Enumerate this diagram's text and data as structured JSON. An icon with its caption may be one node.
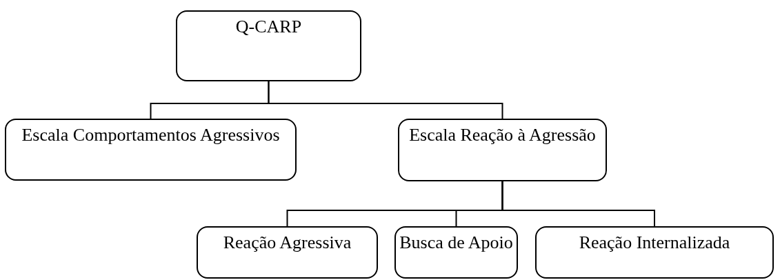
{
  "diagram": {
    "nodes": [
      {
        "text": [
          "Q-CARP"
        ]
      },
      {
        "text": [
          "Escala Comportamentos Agressivos"
        ]
      },
      {
        "text": [
          "Escala Reação à Agressão"
        ]
      },
      {
        "text": [
          "Reação Agressiva"
        ]
      },
      {
        "text": [
          "Busca de Apoio"
        ]
      },
      {
        "text": [
          "Reação Internalizada"
        ]
      }
    ],
    "edges": [
      {
        "from": 0,
        "to": 1,
        "arrow": "none"
      },
      {
        "from": 0,
        "to": 2,
        "arrow": "none"
      },
      {
        "from": 2,
        "to": 3,
        "arrow": "none"
      },
      {
        "from": 2,
        "to": 4,
        "arrow": "none"
      },
      {
        "from": 2,
        "to": 5,
        "arrow": "none"
      }
    ]
  }
}
